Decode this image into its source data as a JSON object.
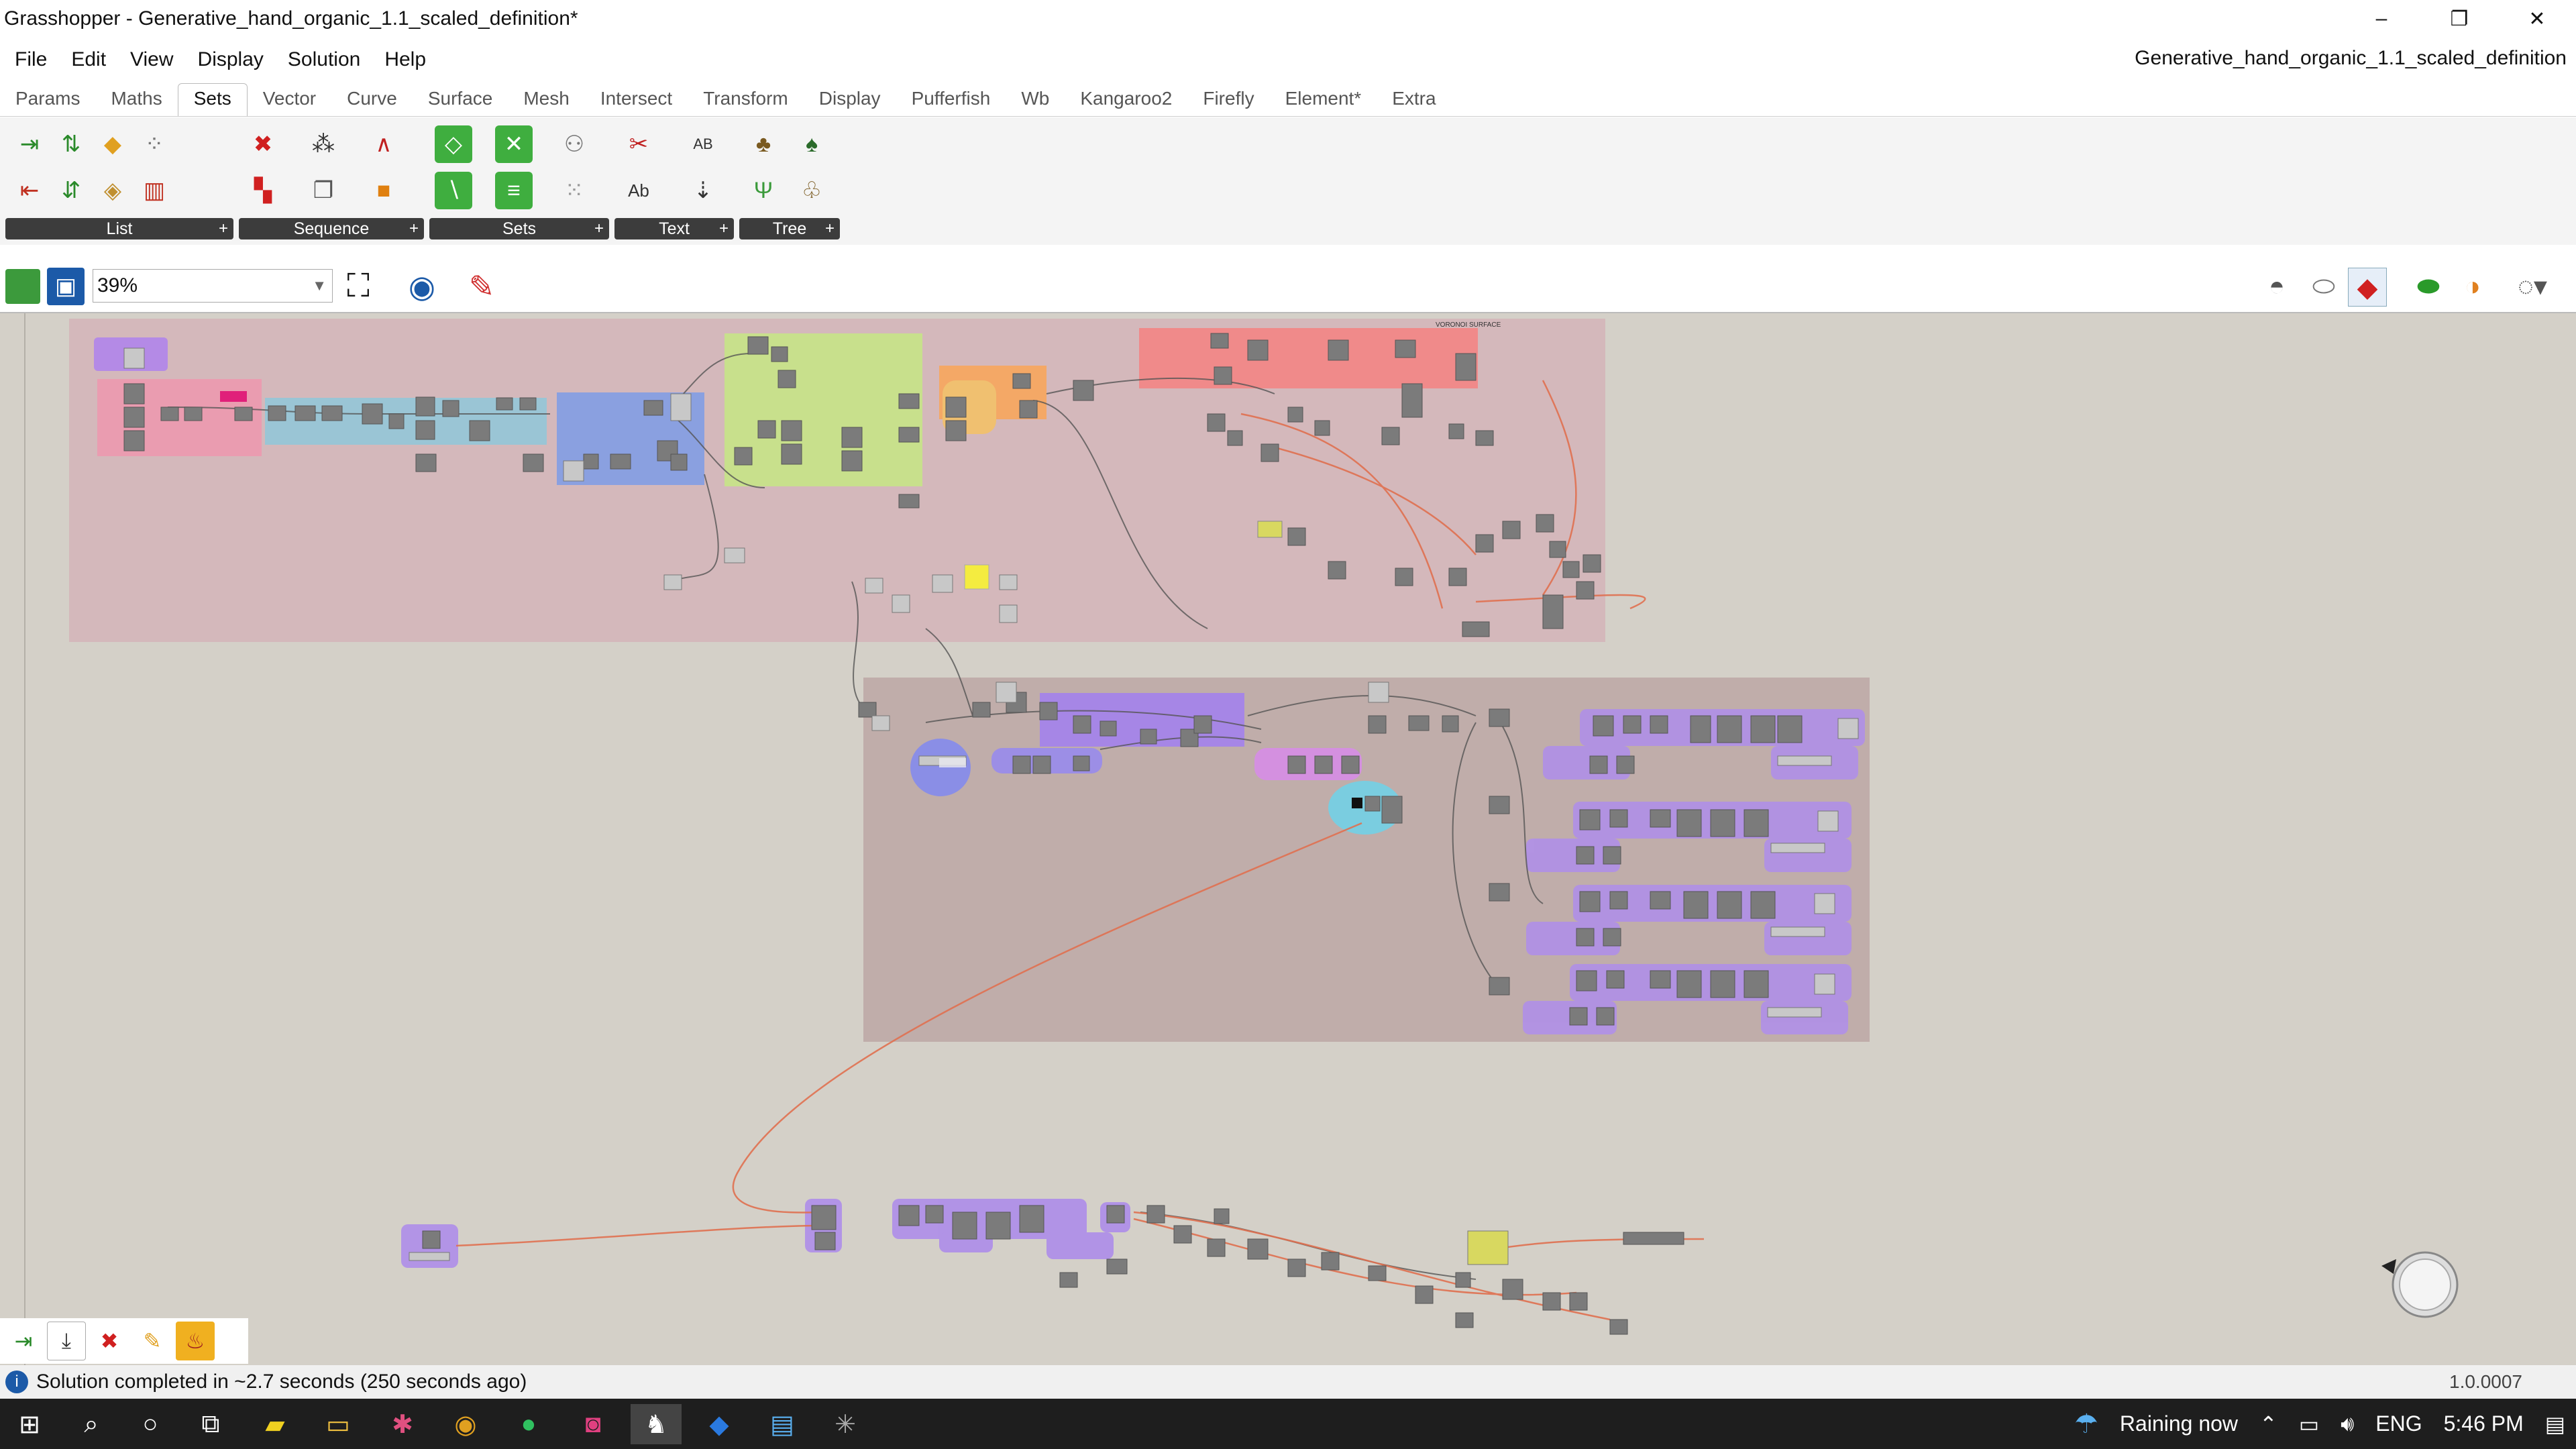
{
  "window": {
    "title": "Grasshopper - Generative_hand_organic_1.1_scaled_definition*",
    "minimize": "–",
    "restore": "❐",
    "close": "✕"
  },
  "menu": {
    "items": [
      "File",
      "Edit",
      "View",
      "Display",
      "Solution",
      "Help"
    ],
    "document_name": "Generative_hand_organic_1.1_scaled_definition"
  },
  "tabs": [
    "Params",
    "Maths",
    "Sets",
    "Vector",
    "Curve",
    "Surface",
    "Mesh",
    "Intersect",
    "Transform",
    "Display",
    "Pufferfish",
    "Wb",
    "Kangaroo2",
    "Firefly",
    "Element*",
    "Extra"
  ],
  "active_tab": "Sets",
  "ribbon": {
    "panels": [
      {
        "label": "List",
        "icons": [
          "list-item-icon",
          "sort-list-icon",
          "dispatch-icon",
          "list-length-icon",
          "shift-list-icon",
          "reverse-list-icon",
          "split-list-icon",
          "sub-list-icon",
          "bar-graph-icon"
        ]
      },
      {
        "label": "Sequence",
        "icons": [
          "cull-index-icon",
          "series-icon",
          "graph-mapper-icon",
          "cull-pattern-icon",
          "duplicate-data-icon",
          "random-box-icon"
        ]
      },
      {
        "label": "Sets",
        "icons": [
          "set-union-icon",
          "set-difference-icon",
          "members-icon",
          "set-majority-icon",
          "set-intersection-icon",
          "clean-icon"
        ]
      },
      {
        "label": "Text",
        "icons": [
          "text-split-icon",
          "concatenate-icon",
          "text-case-icon",
          "sort-text-icon"
        ]
      },
      {
        "label": "Tree",
        "icons": [
          "graft-tree-icon",
          "flatten-tree-icon",
          "prune-tree-icon",
          "explode-tree-icon"
        ]
      }
    ]
  },
  "canvas_toolbar": {
    "zoom": "39%"
  },
  "status": {
    "message": "Solution completed in ~2.7 seconds (250 seconds ago)",
    "version": "1.0.0007"
  },
  "taskbar": {
    "weather": "Raining now",
    "language": "ENG",
    "time": "5:46 PM"
  },
  "colors": {
    "canvas": "#d4d0c8",
    "group_pink": "#e8a0a8",
    "group_purple": "#b090e8",
    "group_blue": "#90a8e8",
    "group_green": "#c8e890",
    "group_orange": "#f0a860",
    "group_red": "#f08080",
    "group_cyan": "#80d8e8",
    "wire_red": "#e07050"
  }
}
